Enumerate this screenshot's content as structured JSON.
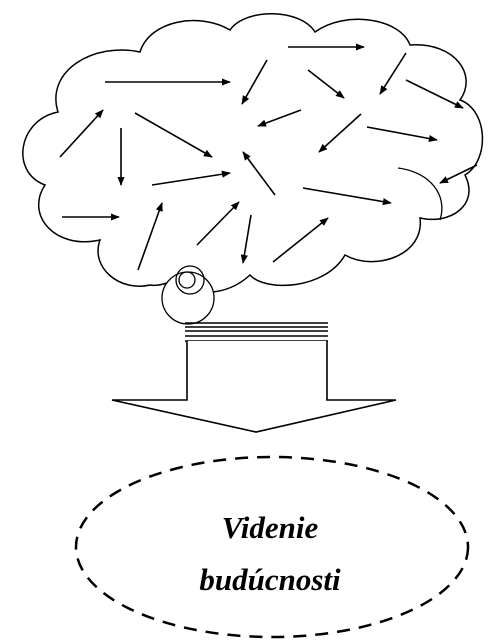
{
  "vision_ellipse": {
    "line1": "Videnie",
    "line2": "budúcnosti"
  },
  "colors": {
    "stroke": "#000000",
    "background": "#ffffff"
  },
  "icons": [
    "cloud-shape",
    "thought-bubble",
    "down-arrow",
    "dashed-ellipse",
    "arrow-icon"
  ]
}
